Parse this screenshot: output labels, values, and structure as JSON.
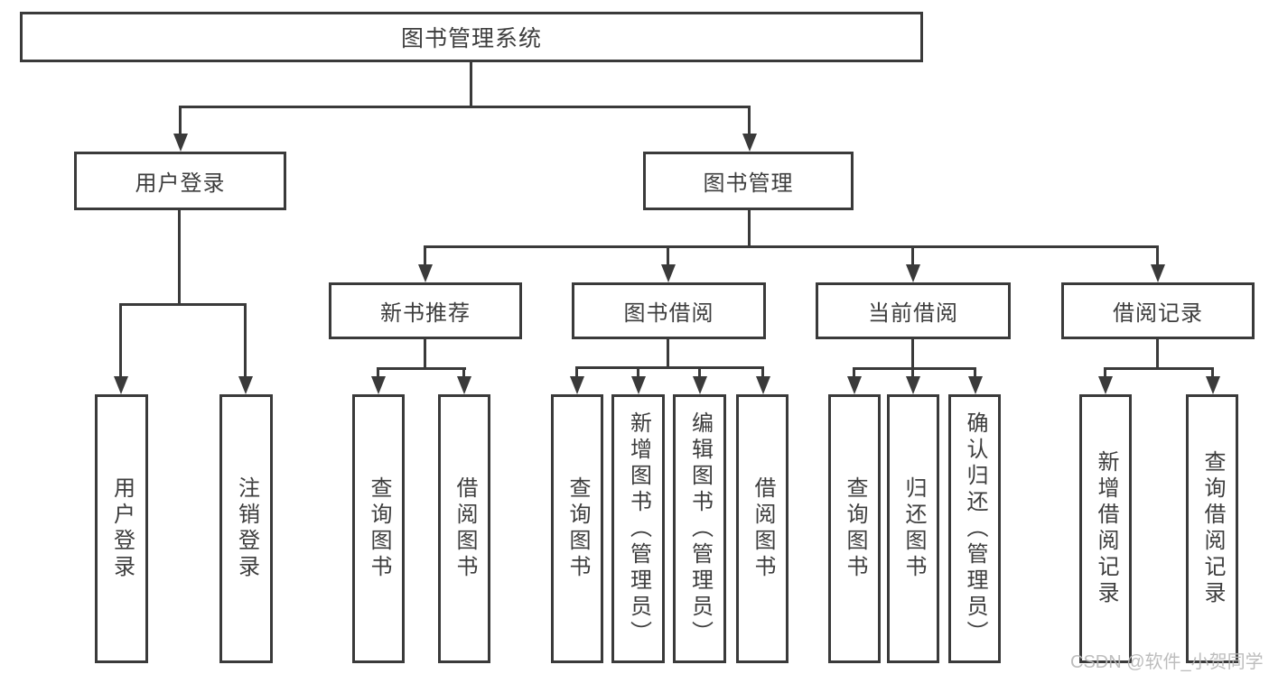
{
  "title": {
    "label": "图书管理系统"
  },
  "level2": [
    {
      "label": "用户登录"
    },
    {
      "label": "图书管理"
    }
  ],
  "level3": [
    {
      "label": "新书推荐"
    },
    {
      "label": "图书借阅"
    },
    {
      "label": "当前借阅"
    },
    {
      "label": "借阅记录"
    }
  ],
  "leaves": [
    {
      "label": "用户登录"
    },
    {
      "label": "注销登录"
    },
    {
      "label": "查询图书"
    },
    {
      "label": "借阅图书"
    },
    {
      "label": "查询图书"
    },
    {
      "label": "新增图书（管理员）"
    },
    {
      "label": "编辑图书（管理员）"
    },
    {
      "label": "借阅图书"
    },
    {
      "label": "查询图书"
    },
    {
      "label": "归还图书"
    },
    {
      "label": "确认归还（管理员）"
    },
    {
      "label": "新增借阅记录"
    },
    {
      "label": "查询借阅记录"
    }
  ],
  "watermark": {
    "text": "CSDN @软件_小贺同学"
  },
  "colors": {
    "line": "#3a3a3a",
    "text": "#3d3d3d",
    "watermark": "#b7b7b7",
    "background": "#ffffff"
  }
}
